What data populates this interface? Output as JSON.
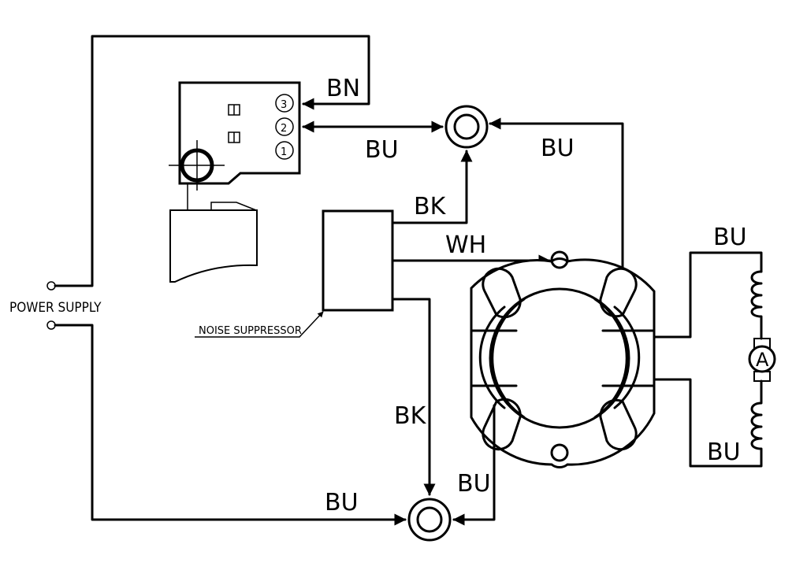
{
  "labels": {
    "power_supply": "POWER SUPPLY",
    "noise_suppressor": "NOISE SUPPRESSOR",
    "bn": "BN",
    "bu_switch": "BU",
    "bu_top_right": "BU",
    "bk_top": "BK",
    "wh": "WH",
    "bk_lower": "BK",
    "bu_lower_stator": "BU",
    "bu_bottom": "BU",
    "bu_field_top": "BU",
    "bu_field_bottom": "BU",
    "terminal_3": "3",
    "terminal_2": "2",
    "terminal_1": "1",
    "armature": "A"
  }
}
